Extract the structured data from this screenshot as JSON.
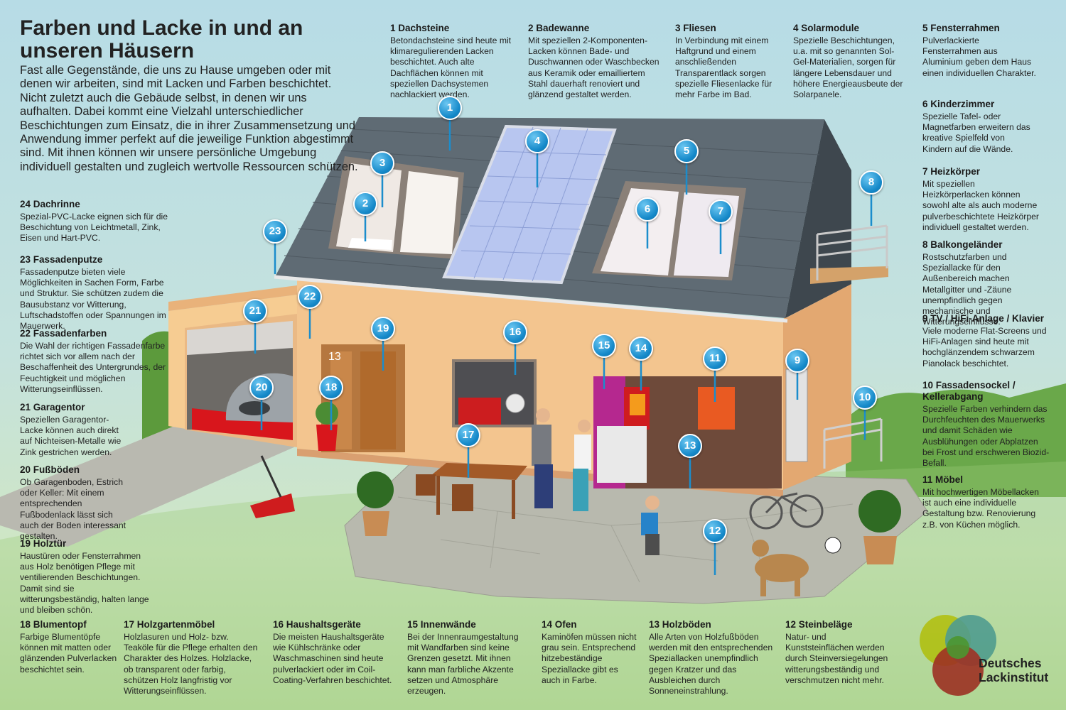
{
  "title": "Farben und Lacke in und an unseren Häusern",
  "intro": "Fast alle Gegenstände, die uns zu Hause umgeben oder mit denen wir arbeiten, sind mit Lacken und Farben beschichtet. Nicht zuletzt auch die Gebäude selbst, in denen wir uns aufhalten. Dabei kommt eine Vielzahl unterschiedlicher Beschichtungen zum Einsatz, die in ihrer Zusammensetzung und Anwendung immer perfekt auf die jeweilige Funktion abgestimmt sind. Mit ihnen können wir unsere persönliche Umgebung individuell gestalten und zugleich wertvolle Ressourcen schützen.",
  "captions": [
    {
      "title": "1 Dachsteine",
      "text": "Betondachsteine sind heute mit klimaregulierenden Lacken beschichtet. Auch alte Dachflächen können mit speziellen Dachsystemen nachlackiert werden."
    },
    {
      "title": "2 Badewanne",
      "text": "Mit speziellen 2-Komponenten-Lacken können Bade- und Duschwannen oder Waschbecken aus Keramik oder emailliertem Stahl dauerhaft renoviert und glänzend gestaltet werden."
    },
    {
      "title": "3 Fliesen",
      "text": "In Verbindung mit einem Haftgrund und einem anschließenden Transparentlack sorgen spezielle Fliesenlacke für mehr Farbe im Bad."
    },
    {
      "title": "4 Solarmodule",
      "text": "Spezielle Beschichtungen, u.a. mit so genannten Sol-Gel-Materialien, sorgen für längere Lebensdauer und höhere Energieausbeute der Solarpanele."
    },
    {
      "title": "5 Fensterrahmen",
      "text": "Pulverlackierte Fensterrahmen aus Aluminium geben dem Haus einen individuellen Charakter."
    },
    {
      "title": "6 Kinderzimmer",
      "text": "Spezielle Tafel- oder Magnetfarben erweitern das kreative Spielfeld von Kindern auf die Wände."
    },
    {
      "title": "7 Heizkörper",
      "text": "Mit speziellen Heizkörperlacken können sowohl alte als auch moderne pulverbeschichtete Heizkörper individuell gestaltet werden."
    },
    {
      "title": "8 Balkongeländer",
      "text": "Rostschutzfarben und Speziallacke für den Außenbereich machen Metallgitter und -Zäune unempfindlich gegen mechanische und Witterungseinflüsse."
    },
    {
      "title": "9 TV / HiFi-Anlage / Klavier",
      "text": "Viele moderne Flat-Screens und HiFi-Anlagen sind heute mit hochglänzendem schwarzem Pianolack beschichtet."
    },
    {
      "title": "10 Fassadensockel / Kellerabgang",
      "text": "Spezielle Farben verhindern das Durchfeuchten des Mauerwerks und damit Schäden wie Ausblühungen oder Abplatzen bei Frost und erschweren Biozid-Befall."
    },
    {
      "title": "11 Möbel",
      "text": "Mit hochwertigen Möbellacken ist auch eine individuelle Gestaltung bzw. Renovierung z.B. von Küchen möglich."
    },
    {
      "title": "12 Steinbeläge",
      "text": "Natur- und Kunststeinflächen werden durch Steinversiegelungen witterungsbeständig und verschmutzen nicht mehr."
    },
    {
      "title": "13 Holzböden",
      "text": "Alle Arten von Holzfußböden werden mit den entsprechenden Speziallacken unempfindlich gegen Kratzer und das Ausbleichen durch Sonneneinstrahlung."
    },
    {
      "title": "14 Ofen",
      "text": "Kaminöfen müssen nicht grau sein. Entsprechend hitzebeständige Speziallacke gibt es auch in Farbe."
    },
    {
      "title": "15 Innenwände",
      "text": "Bei der Innenraumgestaltung mit Wandfarben sind keine Grenzen gesetzt. Mit ihnen kann man farbliche Akzente setzen und Atmosphäre erzeugen."
    },
    {
      "title": "16 Haushaltsgeräte",
      "text": "Die meisten Haushaltsgeräte wie Kühlschränke oder Waschmaschinen sind heute pulverlackiert oder im Coil-Coating-Verfahren beschichtet."
    },
    {
      "title": "17 Holzgartenmöbel",
      "text": "Holzlasuren und Holz- bzw. Teaköle für die Pflege erhalten den Charakter des Holzes. Holzlacke, ob transparent oder farbig, schützen Holz langfristig vor Witterungseinflüssen."
    },
    {
      "title": "18 Blumentopf",
      "text": "Farbige Blumentöpfe können mit matten oder glänzenden Pulverlacken beschichtet sein."
    },
    {
      "title": "19 Holztür",
      "text": "Haustüren oder Fensterrahmen aus Holz benötigen Pflege mit ventilierenden Beschichtungen. Damit sind sie witterungsbeständig, halten lange und bleiben schön."
    },
    {
      "title": "20 Fußböden",
      "text": "Ob Garagenboden, Estrich oder Keller: Mit einem entsprechenden Fußbodenlack lässt sich auch der Boden interessant gestalten."
    },
    {
      "title": "21 Garagentor",
      "text": "Speziellen Garagentor-Lacke können auch direkt auf Nichteisen-Metalle wie Zink gestrichen werden."
    },
    {
      "title": "22 Fassadenfarben",
      "text": "Die Wahl der richtigen Fassadenfarbe richtet sich vor allem nach der Beschaffenheit des Untergrundes, der Feuchtigkeit und möglichen Witterungseinflüssen."
    },
    {
      "title": "23 Fassadenputze",
      "text": "Fassadenputze bieten viele Möglichkeiten in Sachen Form, Farbe und Struktur. Sie schützen zudem die Bausubstanz vor Witterung, Luftschadstoffen oder Spannungen im Mauerwerk."
    },
    {
      "title": "24 Dachrinne",
      "text": "Spezial-PVC-Lacke eignen sich für die Beschichtung von Leichtmetall, Zink, Eisen und Hart-PVC."
    }
  ],
  "markers": [
    "1",
    "2",
    "3",
    "4",
    "5",
    "6",
    "7",
    "8",
    "9",
    "10",
    "11",
    "12",
    "13",
    "14",
    "15",
    "16",
    "17",
    "18",
    "19",
    "20",
    "21",
    "22",
    "23"
  ],
  "house_number": "13",
  "logo": {
    "line1": "Deutsches",
    "line2": "Lackinstitut"
  },
  "colors": {
    "pin": "#1589c9",
    "facade": "#f3c58f",
    "roof": "#5a6670",
    "red_accent": "#d8161c"
  }
}
